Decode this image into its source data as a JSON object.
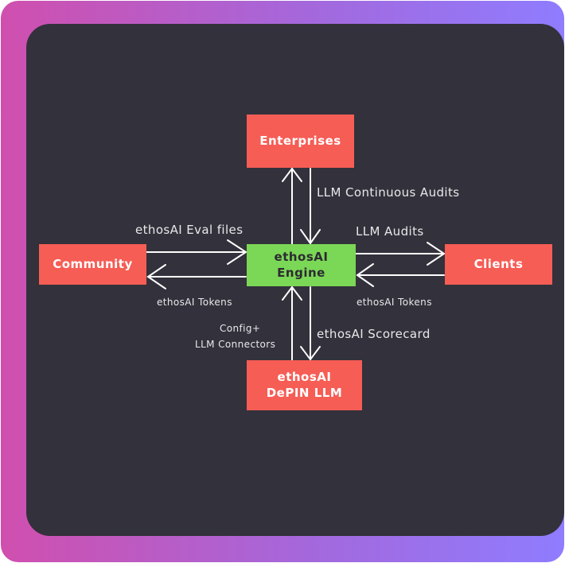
{
  "colors": {
    "node_red": "#f65d55",
    "node_green": "#7bd756",
    "panel_bg": "#33313b",
    "frame_gradient_start": "#d04fae",
    "frame_gradient_end": "#8f7cff",
    "arrow": "#ffffff"
  },
  "nodes": {
    "enterprises": "Enterprises",
    "community": "Community",
    "engine": "ethosAI Engine",
    "clients": "Clients",
    "depin": "ethosAI DePIN LLM"
  },
  "edges": {
    "engine_to_enterprises": {
      "from": "ethosAI Engine",
      "to": "Enterprises",
      "label": ""
    },
    "enterprises_to_engine": {
      "from": "Enterprises",
      "to": "ethosAI Engine",
      "label": "LLM Continuous Audits"
    },
    "community_to_engine": {
      "from": "Community",
      "to": "ethosAI Engine",
      "label": "ethosAI Eval files"
    },
    "engine_to_community": {
      "from": "ethosAI Engine",
      "to": "Community",
      "label": "ethosAI Tokens"
    },
    "engine_to_clients": {
      "from": "ethosAI Engine",
      "to": "Clients",
      "label": "LLM Audits"
    },
    "clients_to_engine": {
      "from": "Clients",
      "to": "ethosAI Engine",
      "label": "ethosAI Tokens"
    },
    "depin_to_engine": {
      "from": "ethosAI DePIN LLM",
      "to": "ethosAI Engine",
      "label_line1": "Config+",
      "label_line2": "LLM Connectors"
    },
    "engine_to_depin": {
      "from": "ethosAI Engine",
      "to": "ethosAI DePIN LLM",
      "label": "ethosAI Scorecard"
    }
  }
}
